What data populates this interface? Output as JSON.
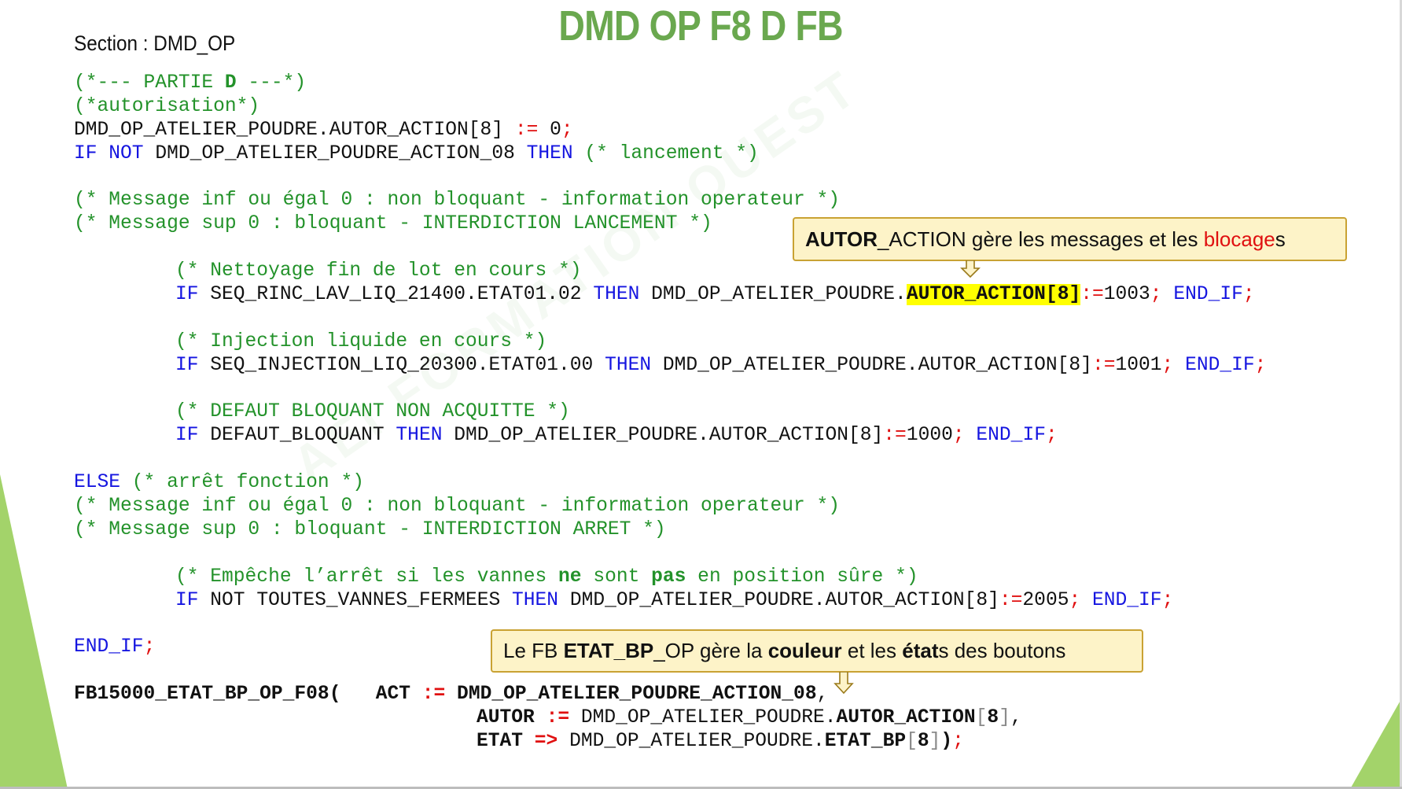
{
  "title": "DMD OP F8 D FB",
  "section_label": "Section : DMD_OP",
  "watermark": "AEI FORMATION OUEST",
  "colors": {
    "title_green": "#6aa84f",
    "comment": "#23922a",
    "keyword": "#1515e0",
    "operator": "#e01010",
    "highlight": "#ffff00",
    "callout_bg": "#fdf3c8",
    "callout_border": "#c9a233",
    "decor_green": "#a3d36a"
  },
  "code_lines": [
    {
      "indent": 0,
      "segs": [
        [
          "c",
          "(*--- PARTIE "
        ],
        [
          "cb",
          "D"
        ],
        [
          "c",
          " ---*)"
        ]
      ]
    },
    {
      "indent": 0,
      "segs": [
        [
          "c",
          "(*autorisation*)"
        ]
      ]
    },
    {
      "indent": 0,
      "segs": [
        [
          "t",
          "DMD_OP_ATELIER_POUDRE.AUTOR_ACTION[8] "
        ],
        [
          "o",
          ":="
        ],
        [
          "t",
          " 0"
        ],
        [
          "o",
          ";"
        ]
      ]
    },
    {
      "indent": 0,
      "segs": [
        [
          "k",
          "IF NOT "
        ],
        [
          "t",
          "DMD_OP_ATELIER_POUDRE_ACTION_08 "
        ],
        [
          "k",
          "THEN "
        ],
        [
          "c",
          "(* lancement *)"
        ]
      ]
    },
    {
      "indent": 0,
      "segs": []
    },
    {
      "indent": 0,
      "segs": [
        [
          "c",
          "(* Message inf ou égal 0 : non bloquant - information operateur *)"
        ]
      ]
    },
    {
      "indent": 0,
      "segs": [
        [
          "c",
          "(* Message sup 0 : bloquant - INTERDICTION LANCEMENT *)"
        ]
      ]
    },
    {
      "indent": 0,
      "segs": []
    },
    {
      "indent": 1,
      "segs": [
        [
          "c",
          "(* Nettoyage fin de lot en cours *)"
        ]
      ]
    },
    {
      "indent": 1,
      "segs": [
        [
          "k",
          "IF "
        ],
        [
          "t",
          "SEQ_RINC_LAV_LIQ_21400.ETAT01.02 "
        ],
        [
          "k",
          "THEN "
        ],
        [
          "t",
          "DMD_OP_ATELIER_POUDRE."
        ],
        [
          "h",
          "AUTOR_ACTION[8]"
        ],
        [
          "o",
          ":="
        ],
        [
          "t",
          "1003"
        ],
        [
          "o",
          "; "
        ],
        [
          "k",
          "END_IF"
        ],
        [
          "o",
          ";"
        ]
      ]
    },
    {
      "indent": 0,
      "segs": []
    },
    {
      "indent": 1,
      "segs": [
        [
          "c",
          "(* Injection liquide en cours *)"
        ]
      ]
    },
    {
      "indent": 1,
      "segs": [
        [
          "k",
          "IF "
        ],
        [
          "t",
          "SEQ_INJECTION_LIQ_20300.ETAT01.00 "
        ],
        [
          "k",
          "THEN "
        ],
        [
          "t",
          "DMD_OP_ATELIER_POUDRE.AUTOR_ACTION[8]"
        ],
        [
          "o",
          ":="
        ],
        [
          "t",
          "1001"
        ],
        [
          "o",
          "; "
        ],
        [
          "k",
          "END_IF"
        ],
        [
          "o",
          ";"
        ]
      ]
    },
    {
      "indent": 0,
      "segs": []
    },
    {
      "indent": 1,
      "segs": [
        [
          "c",
          "(* DEFAUT BLOQUANT NON ACQUITTE *)"
        ]
      ]
    },
    {
      "indent": 1,
      "segs": [
        [
          "k",
          "IF "
        ],
        [
          "t",
          "DEFAUT_BLOQUANT "
        ],
        [
          "k",
          "THEN "
        ],
        [
          "t",
          "DMD_OP_ATELIER_POUDRE.AUTOR_ACTION[8]"
        ],
        [
          "o",
          ":="
        ],
        [
          "t",
          "1000"
        ],
        [
          "o",
          "; "
        ],
        [
          "k",
          "END_IF"
        ],
        [
          "o",
          ";"
        ]
      ]
    },
    {
      "indent": 0,
      "segs": []
    },
    {
      "indent": 0,
      "segs": [
        [
          "k",
          "ELSE "
        ],
        [
          "c",
          "(* arrêt fonction *)"
        ]
      ]
    },
    {
      "indent": 0,
      "segs": [
        [
          "c",
          "(* Message inf ou égal 0 : non bloquant - information operateur *)"
        ]
      ]
    },
    {
      "indent": 0,
      "segs": [
        [
          "c",
          "(* Message sup 0 : bloquant - INTERDICTION ARRET *)"
        ]
      ]
    },
    {
      "indent": 0,
      "segs": []
    },
    {
      "indent": 1,
      "segs": [
        [
          "c",
          "(* Empêche l’arrêt si les vannes "
        ],
        [
          "cb",
          "ne"
        ],
        [
          "c",
          " sont "
        ],
        [
          "cb",
          "pas"
        ],
        [
          "c",
          " en position sûre *)"
        ]
      ]
    },
    {
      "indent": 1,
      "segs": [
        [
          "k",
          "IF "
        ],
        [
          "t",
          "NOT TOUTES_VANNES_FERMEES "
        ],
        [
          "k",
          "THEN "
        ],
        [
          "t",
          "DMD_OP_ATELIER_POUDRE.AUTOR_ACTION[8]"
        ],
        [
          "o",
          ":="
        ],
        [
          "t",
          "2005"
        ],
        [
          "o",
          "; "
        ],
        [
          "k",
          "END_IF"
        ],
        [
          "o",
          ";"
        ]
      ]
    },
    {
      "indent": 0,
      "segs": []
    },
    {
      "indent": 0,
      "segs": [
        [
          "k",
          "END_IF"
        ],
        [
          "o",
          ";"
        ]
      ]
    },
    {
      "indent": 0,
      "segs": []
    },
    {
      "indent": 0,
      "segs": [
        [
          "b",
          "FB15000_ETAT_BP_OP_F08(   ACT "
        ],
        [
          "ob",
          ":="
        ],
        [
          "b",
          " DMD_OP_ATELIER_POUDRE_ACTION_08"
        ],
        [
          "t",
          ","
        ]
      ]
    },
    {
      "indent": 2,
      "segs": [
        [
          "b",
          "AUTOR "
        ],
        [
          "ob",
          ":="
        ],
        [
          "t",
          " DMD_OP_ATELIER_POUDRE."
        ],
        [
          "b",
          "AUTOR_ACTION"
        ],
        [
          "g",
          "["
        ],
        [
          "b",
          "8"
        ],
        [
          "g",
          "]"
        ],
        [
          "t",
          ","
        ]
      ]
    },
    {
      "indent": 2,
      "segs": [
        [
          "b",
          "ETAT "
        ],
        [
          "ob",
          "=>"
        ],
        [
          "t",
          " DMD_OP_ATELIER_POUDRE."
        ],
        [
          "b",
          "ETAT_BP"
        ],
        [
          "g",
          "["
        ],
        [
          "b",
          "8"
        ],
        [
          "g",
          "]"
        ],
        [
          "b",
          ")"
        ],
        [
          "o",
          ";"
        ]
      ]
    }
  ],
  "callouts": {
    "autor": {
      "p1": "AUTOR",
      "p2": "_ACTION gère les messages et les ",
      "p3": "blocage",
      "p4": "s"
    },
    "etat": {
      "p1": "Le FB ",
      "p2": "ETAT_BP",
      "p3": "_OP gère la ",
      "p4": "couleur",
      "p5": " et les ",
      "p6": "état",
      "p7": "s des boutons"
    }
  }
}
